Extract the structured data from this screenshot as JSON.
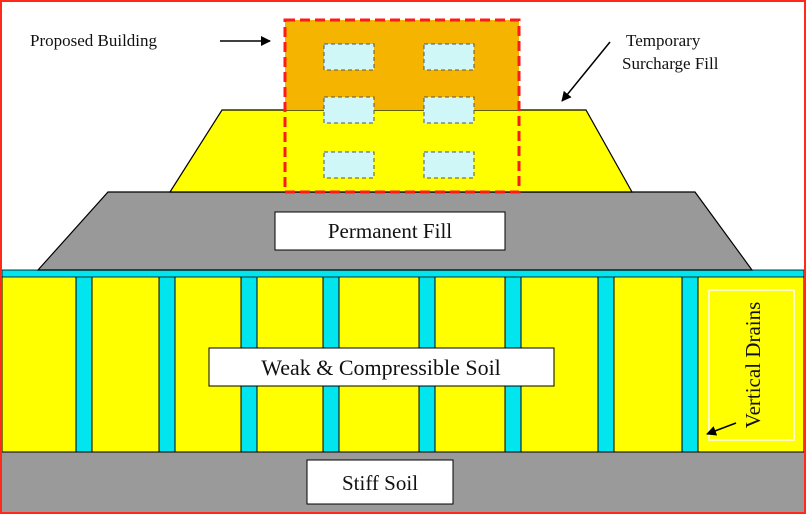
{
  "labels": {
    "proposed_building": "Proposed Building",
    "temporary_surcharge_line1": "Temporary",
    "temporary_surcharge_line2": "Surcharge Fill",
    "permanent_fill": "Permanent Fill",
    "weak_soil": "Weak & Compressible Soil",
    "stiff_soil": "Stiff Soil",
    "vertical_drains": "Vertical Drains"
  },
  "colors": {
    "frame": "#ff2a1a",
    "surcharge_fill": "#ffff00",
    "permanent_fill": "#999999",
    "weak_soil": "#ffff00",
    "stiff_soil": "#9a9a9a",
    "drain": "#00e5ee",
    "building": "#f5b400",
    "building_outline": "#ff1a1a",
    "window": "#cff7f7",
    "label_box": "#ffffff"
  },
  "drains": {
    "count": 8
  },
  "building": {
    "window_rows": 3,
    "window_cols": 2
  }
}
